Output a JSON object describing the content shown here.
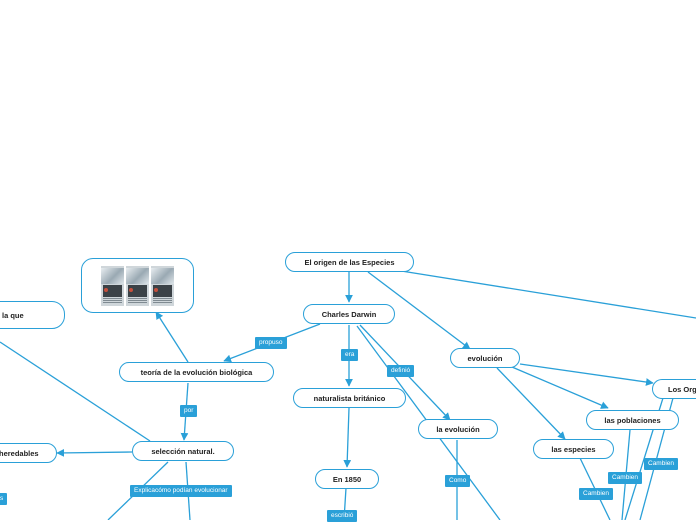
{
  "nodes": {
    "origen": "El origen de las Especies",
    "darwin": "Charles Darwin",
    "teoria": "teoría de la evolución biológica",
    "seleccion": "selección natural.",
    "naturalista": "naturalista británico",
    "en1850": "En 1850",
    "la_evolucion": "la evolución",
    "evolucion": "evolución",
    "poblaciones": "las poblaciones",
    "especies": "las especies",
    "organismos_partial": "Los Org",
    "la_que_partial": "la que",
    "heredables_partial": "heredables"
  },
  "labels": {
    "propuso": "propuso",
    "por": "por",
    "era": "era",
    "definio": "definió",
    "como": "Como",
    "escribio": "escribió",
    "explica": "Explicacómo podían evolucionar",
    "cambien1": "Cambien",
    "cambien2": "Cambien",
    "cambien3": "Cambien",
    "s_partial": "s"
  },
  "colors": {
    "accent": "#2aa0d8",
    "text": "#222222"
  },
  "image_node": {
    "description_icon": "illustration-thumbnails-icon"
  }
}
